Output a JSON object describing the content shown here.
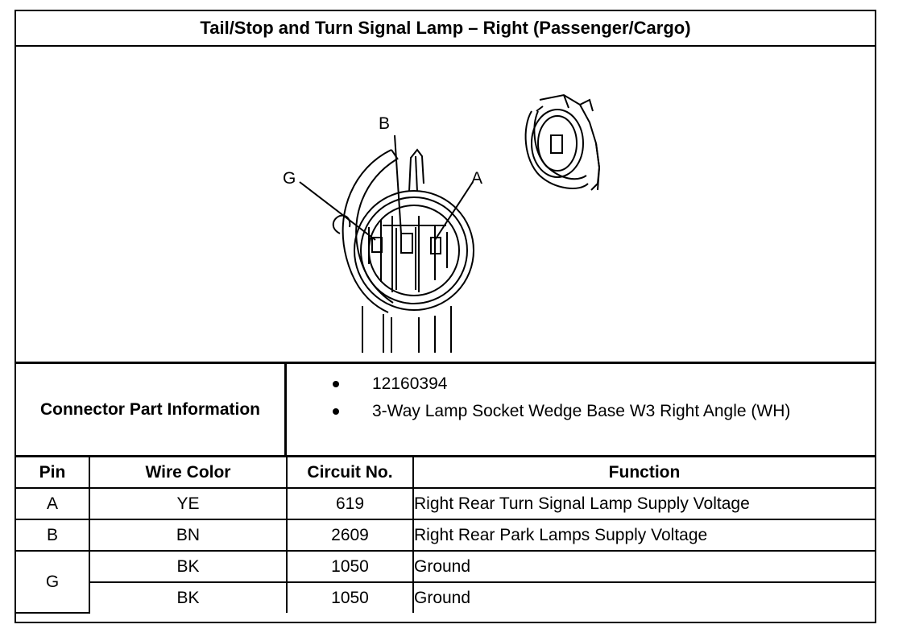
{
  "title": "Tail/Stop and Turn Signal Lamp – Right (Passenger/Cargo)",
  "diagram": {
    "pin_labels": [
      "B",
      "G",
      "A"
    ]
  },
  "connector_info": {
    "label": "Connector Part Information",
    "items": [
      "12160394",
      "3-Way Lamp Socket Wedge Base W3 Right Angle (WH)"
    ]
  },
  "table": {
    "headers": [
      "Pin",
      "Wire Color",
      "Circuit No.",
      "Function"
    ],
    "rows": [
      {
        "pin": "A",
        "wire_color": "YE",
        "circuit": "619",
        "function": "Right Rear Turn Signal Lamp Supply Voltage"
      },
      {
        "pin": "B",
        "wire_color": "BN",
        "circuit": "2609",
        "function": "Right Rear Park Lamps Supply Voltage"
      },
      {
        "pin": "G",
        "wire_color": "BK",
        "circuit": "1050",
        "function": "Ground"
      },
      {
        "pin": "",
        "wire_color": "BK",
        "circuit": "1050",
        "function": "Ground"
      }
    ]
  }
}
